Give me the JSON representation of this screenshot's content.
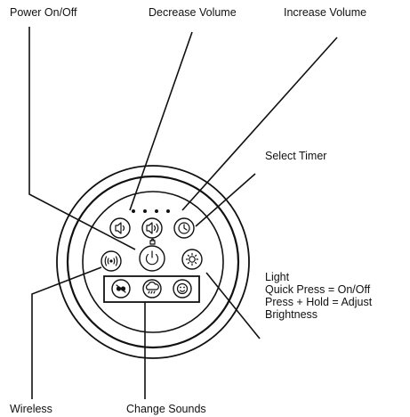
{
  "labels": {
    "power": "Power On/Off",
    "decrease": "Decrease Volume",
    "increase": "Increase Volume",
    "timer": "Select Timer",
    "light_title": "Light",
    "light_quick": "Quick Press = On/Off",
    "light_hold": "Press + Hold = Adjust",
    "light_brightness": "Brightness",
    "wireless": "Wireless",
    "change_sounds": "Change Sounds"
  },
  "icons": {
    "decrease": "volume-down-icon",
    "increase": "volume-up-icon",
    "timer": "timer-icon",
    "power": "power-icon",
    "wireless": "wireless-icon",
    "light": "sun-icon",
    "sound1": "sound-wave-icon",
    "sound2": "rain-cloud-icon",
    "sound3": "face-icon"
  },
  "colors": {
    "line": "#111111",
    "background": "#ffffff"
  }
}
